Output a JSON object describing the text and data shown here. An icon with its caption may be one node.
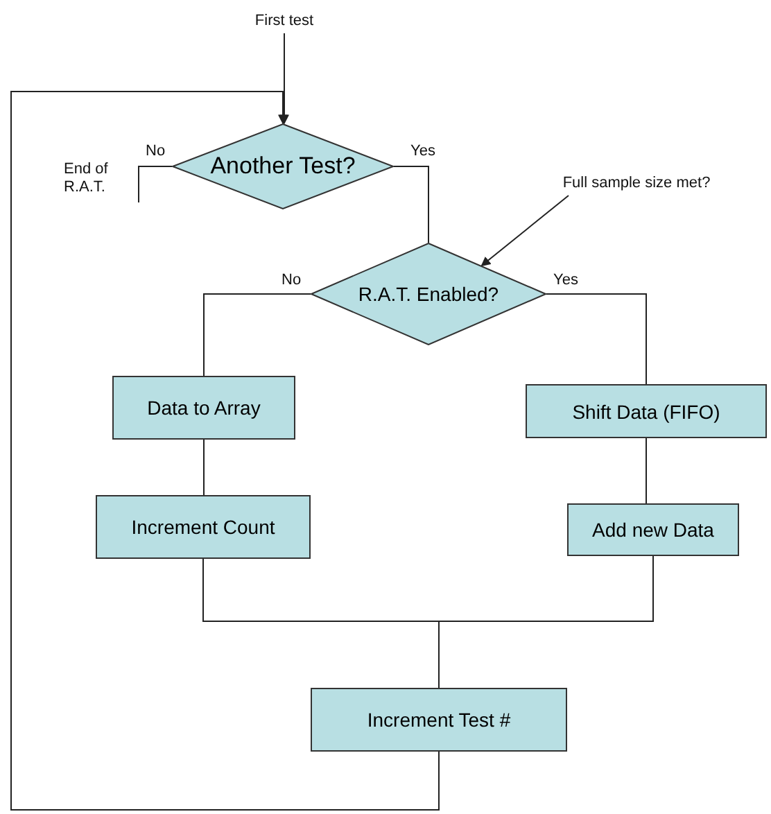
{
  "diagram": {
    "nodes": [
      {
        "text": [
          "First test"
        ]
      },
      {
        "text": [
          "Another Test?"
        ]
      },
      {
        "text": [
          "End of R.A.T."
        ]
      },
      {
        "text": [
          "R.A.T. Enabled?"
        ]
      },
      {
        "text": [
          "Full sample size met?"
        ]
      },
      {
        "text": [
          "Data to Array"
        ]
      },
      {
        "text": [
          "Shift Data (FIFO)"
        ]
      },
      {
        "text": [
          "Increment Count"
        ]
      },
      {
        "text": [
          "Add new Data"
        ]
      },
      {
        "text": [
          "Increment Test #"
        ]
      }
    ],
    "edges": [
      {
        "from": 0,
        "to": 1,
        "arrow": "to"
      },
      {
        "from": 1,
        "to": 2,
        "arrow": "none",
        "label": "No"
      },
      {
        "from": 1,
        "to": 3,
        "arrow": "none",
        "label": "Yes"
      },
      {
        "from": 4,
        "to": 3,
        "arrow": "to"
      },
      {
        "from": 3,
        "to": 5,
        "arrow": "none",
        "label": "No"
      },
      {
        "from": 3,
        "to": 6,
        "arrow": "none",
        "label": "Yes"
      },
      {
        "from": 5,
        "to": 7,
        "arrow": "none"
      },
      {
        "from": 6,
        "to": 8,
        "arrow": "none"
      },
      {
        "from": 7,
        "to": 9,
        "arrow": "none"
      },
      {
        "from": 8,
        "to": 9,
        "arrow": "none"
      },
      {
        "from": 9,
        "to": 1,
        "arrow": "to"
      }
    ]
  }
}
